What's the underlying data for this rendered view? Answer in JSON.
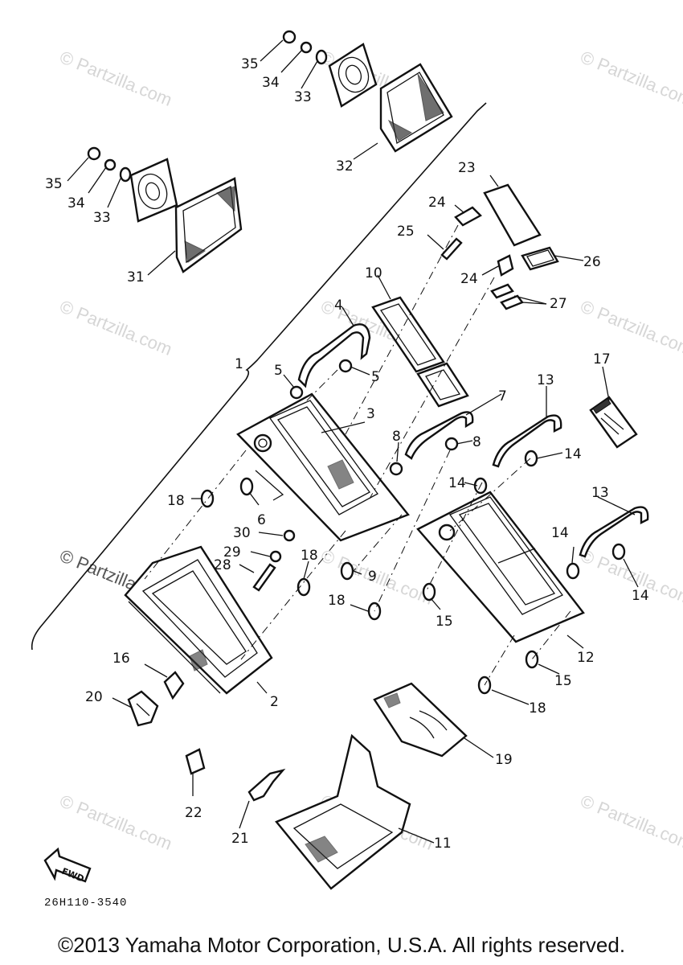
{
  "watermark": {
    "text": "© Partzilla.com"
  },
  "diagram": {
    "drawing_code": "26H110-3540",
    "fwd_label": "FWD",
    "bracket_label": "1",
    "callouts": [
      {
        "id": "c35a",
        "label": "35"
      },
      {
        "id": "c34a",
        "label": "34"
      },
      {
        "id": "c33a",
        "label": "33"
      },
      {
        "id": "c32",
        "label": "32"
      },
      {
        "id": "c35b",
        "label": "35"
      },
      {
        "id": "c34b",
        "label": "34"
      },
      {
        "id": "c33b",
        "label": "33"
      },
      {
        "id": "c31",
        "label": "31"
      },
      {
        "id": "c23",
        "label": "23"
      },
      {
        "id": "c24a",
        "label": "24"
      },
      {
        "id": "c25",
        "label": "25"
      },
      {
        "id": "c26",
        "label": "26"
      },
      {
        "id": "c24b",
        "label": "24"
      },
      {
        "id": "c27",
        "label": "27"
      },
      {
        "id": "c10",
        "label": "10"
      },
      {
        "id": "c4",
        "label": "4"
      },
      {
        "id": "c5a",
        "label": "5"
      },
      {
        "id": "c5b",
        "label": "5"
      },
      {
        "id": "c3",
        "label": "3"
      },
      {
        "id": "c7",
        "label": "7"
      },
      {
        "id": "c8a",
        "label": "8"
      },
      {
        "id": "c8b",
        "label": "8"
      },
      {
        "id": "c13a",
        "label": "13"
      },
      {
        "id": "c17",
        "label": "17"
      },
      {
        "id": "c14a",
        "label": "14"
      },
      {
        "id": "c14b",
        "label": "14"
      },
      {
        "id": "c18a",
        "label": "18"
      },
      {
        "id": "c6",
        "label": "6"
      },
      {
        "id": "c30",
        "label": "30"
      },
      {
        "id": "c29",
        "label": "29"
      },
      {
        "id": "c28",
        "label": "28"
      },
      {
        "id": "c18b",
        "label": "18"
      },
      {
        "id": "c9",
        "label": "9"
      },
      {
        "id": "c18c",
        "label": "18"
      },
      {
        "id": "c13b",
        "label": "13"
      },
      {
        "id": "c14c",
        "label": "14"
      },
      {
        "id": "c14d",
        "label": "14"
      },
      {
        "id": "c15a",
        "label": "15"
      },
      {
        "id": "c12",
        "label": "12"
      },
      {
        "id": "c15b",
        "label": "15"
      },
      {
        "id": "c16",
        "label": "16"
      },
      {
        "id": "c2",
        "label": "2"
      },
      {
        "id": "c20",
        "label": "20"
      },
      {
        "id": "c18d",
        "label": "18"
      },
      {
        "id": "c19",
        "label": "19"
      },
      {
        "id": "c22",
        "label": "22"
      },
      {
        "id": "c21",
        "label": "21"
      },
      {
        "id": "c11",
        "label": "11"
      }
    ]
  },
  "footer": {
    "copyright": "©2013 Yamaha Motor Corporation, U.S.A. All rights reserved."
  }
}
